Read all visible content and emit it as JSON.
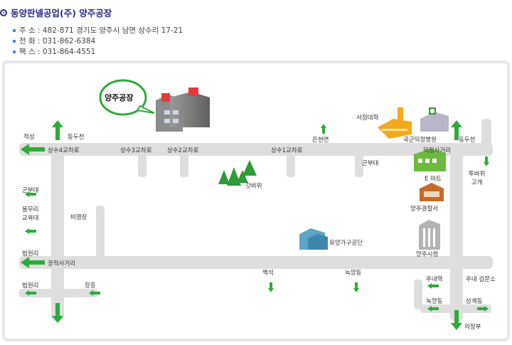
{
  "header": {
    "title": "동양판넬공업(주) 양주공장",
    "address": "주 소 : 482-871 경기도 양주시 남면 상수리 17-21",
    "phone": "전 화 : 031-862-6384",
    "fax": "팩 스 : 031-864-4551"
  },
  "map": {
    "factory_bubble": "양주공장",
    "labels": {
      "jeokseong": "적성",
      "dongducheon_left": "동두천",
      "sangsu4": "상수4교차로",
      "sangsu3": "상수3교차로",
      "sangsu2": "상수2교차로",
      "sangsu1": "상수1교차로",
      "eunhyeonmyeon": "은현면",
      "seojeong_univ": "서정대학",
      "military_hospital": "국군덕정병원",
      "dongducheon_right": "동두천",
      "deokjeong": "덕정사거리",
      "army_unit_mid": "군부대",
      "gatbawi": "갓바위",
      "emart": "E 마트",
      "tubawi": "투바위\n고개",
      "army_unit_left": "군부대",
      "bulmuri": "불무리\n교육대",
      "airfield": "비행장",
      "police": "양주경찰서",
      "yuyang": "유양가구공단",
      "city_hall": "양주시청",
      "beobwonri_top": "법원리",
      "gwangjeok": "광적사거리",
      "baekseok": "백석",
      "nogyangdong_mid": "녹양동",
      "junae_station": "주내역",
      "junae_test": "주내 검문소",
      "beobwonri_bottom": "법원리",
      "janghung": "장흥",
      "nogyangdong_right": "녹양동",
      "sanggyedong": "상계동",
      "uijeongbu": "의정부"
    },
    "colors": {
      "road": "#dedede",
      "arrow": "#2eaa3a",
      "title": "#2b2e8c"
    }
  }
}
